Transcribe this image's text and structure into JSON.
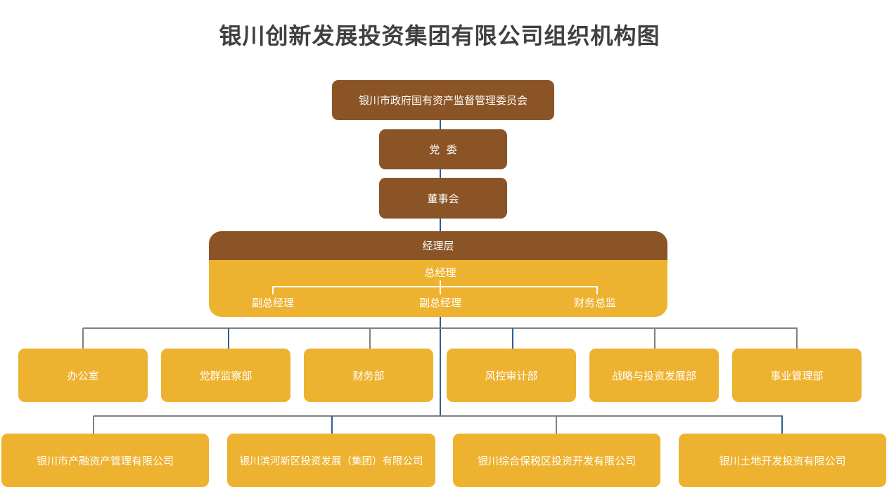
{
  "title": "银川创新发展投资集团有限公司组织机构图",
  "top_boxes": [
    "银川市政府国有资产监督管理委员会",
    "党  委",
    "董事会"
  ],
  "management": {
    "header": "经理层",
    "gm": "总经理",
    "subs": [
      "副总经理",
      "副总经理",
      "财务总监"
    ]
  },
  "departments": [
    "办公室",
    "党群监察部",
    "财务部",
    "风控审计部",
    "战略与投资发展部",
    "事业管理部"
  ],
  "companies": [
    "银川市产融资产管理有限公司",
    "银川滨河新区投资发展（集团）有限公司",
    "银川综合保税区投资开发有限公司",
    "银川土地开发投资有限公司"
  ],
  "colors": {
    "brown": "#8B5426",
    "yellow": "#EDB22F",
    "connector": "#808080",
    "spine": "#2F5E8E"
  }
}
